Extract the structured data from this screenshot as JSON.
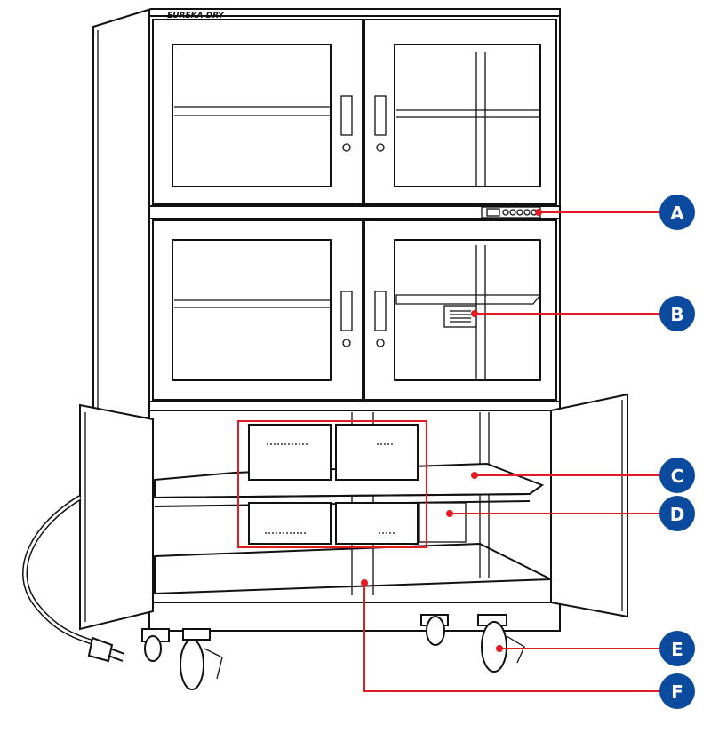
{
  "brand": {
    "logo_text": "EUREKA DRY"
  },
  "callouts": [
    {
      "label": "A"
    },
    {
      "label": "B"
    },
    {
      "label": "C"
    },
    {
      "label": "D"
    },
    {
      "label": "E"
    },
    {
      "label": "F"
    }
  ],
  "colors": {
    "callout_line": "#e31b23",
    "badge": "#0b4a9c",
    "outline": "#111111"
  },
  "icons": {
    "power_plug": "plug-icon"
  }
}
